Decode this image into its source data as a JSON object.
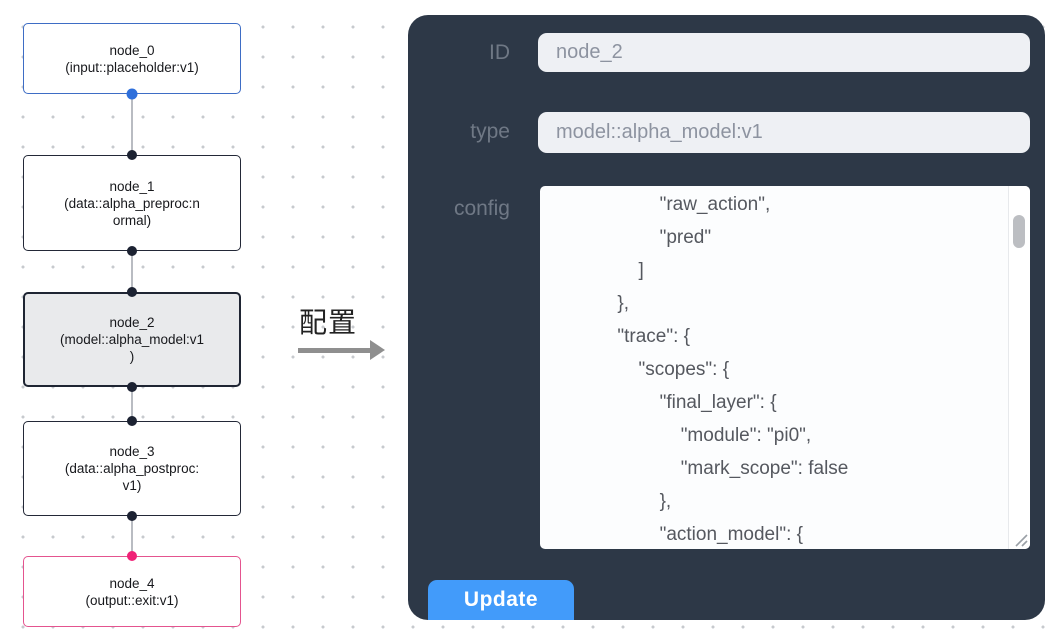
{
  "flow": {
    "nodes": [
      {
        "id": "node_0",
        "type": "input::placeholder:v1",
        "label_lines": [
          "node_0",
          "(input::placeholder:v1)"
        ],
        "border_color": "#3e6dc5",
        "handle_color": "#2e6fdb",
        "selected": false
      },
      {
        "id": "node_1",
        "type": "data::alpha_preproc:normal",
        "label_lines": [
          "node_1",
          "(data::alpha_preproc:n",
          "ormal)"
        ],
        "border_color": "#232837",
        "handle_color": "#1c2232",
        "selected": false
      },
      {
        "id": "node_2",
        "type": "model::alpha_model:v1",
        "label_lines": [
          "node_2",
          "(model::alpha_model:v1",
          ")"
        ],
        "border_color": "#1f2533",
        "handle_color": "#1c2232",
        "selected": true,
        "selected_bg": "#e9eaec"
      },
      {
        "id": "node_3",
        "type": "data::alpha_postproc:v1",
        "label_lines": [
          "node_3",
          "(data::alpha_postproc:",
          "v1)"
        ],
        "border_color": "#232837",
        "handle_color": "#1c2232",
        "selected": false
      },
      {
        "id": "node_4",
        "type": "output::exit:v1",
        "label_lines": [
          "node_4",
          "(output::exit:v1)"
        ],
        "border_color": "#e4548f",
        "handle_color": "#f02277",
        "selected": false
      }
    ],
    "edge_color": "#b9bcc2"
  },
  "transfer": {
    "label": "配置",
    "arrow_color": "#8f8f8f"
  },
  "inspector": {
    "fields": [
      {
        "label": "ID",
        "value": "node_2"
      },
      {
        "label": "type",
        "value": "model::alpha_model:v1"
      }
    ],
    "config_label": "config",
    "config_lines": [
      "                    \"raw_action\",",
      "                    \"pred\"",
      "                ]",
      "            },",
      "            \"trace\": {",
      "                \"scopes\": {",
      "                    \"final_layer\": {",
      "                        \"module\": \"pi0\",",
      "                        \"mark_scope\": false",
      "                    },",
      "                    \"action_model\": {"
    ],
    "update_label": "Update",
    "colors": {
      "panel_bg": "#2d3847",
      "field_bg": "#eef0f4",
      "field_text": "#8d93a0",
      "label_text": "#6f7885",
      "config_text": "#55585f",
      "update_bg": "#429bfa",
      "update_text": "#ffffff"
    }
  }
}
